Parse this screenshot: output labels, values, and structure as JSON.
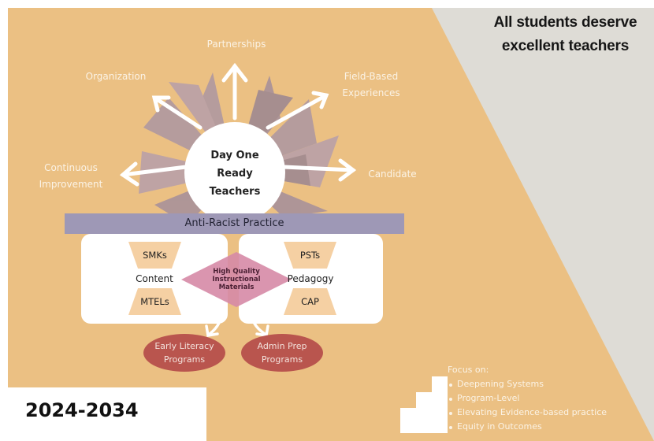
{
  "headline": {
    "line1": "All students deserve",
    "line2": "excellent teachers"
  },
  "center": {
    "line1": "Day One",
    "line2": "Ready",
    "line3": "Teachers"
  },
  "outcomes": {
    "partnerships": "Partnerships",
    "organization": "Organization",
    "field_based": {
      "line1": "Field-Based",
      "line2": "Experiences"
    },
    "continuous_improvement": {
      "line1": "Continuous",
      "line2": "Improvement"
    },
    "candidate": "Candidate"
  },
  "foundation": "Anti-Racist Practice",
  "content_box": {
    "top": "SMKs",
    "middle": "Content",
    "bottom": "MTELs"
  },
  "pedagogy_box": {
    "top": "PSTs",
    "middle": "Pedagogy",
    "bottom": "CAP"
  },
  "materials": {
    "line1": "High Quality",
    "line2": "Instructional",
    "line3": "Materials"
  },
  "programs": {
    "early_literacy": {
      "line1": "Early Literacy",
      "line2": "Programs"
    },
    "admin_prep": {
      "line1": "Admin Prep",
      "line2": "Programs"
    }
  },
  "focus": {
    "heading": "Focus on:",
    "items": [
      "Deepening Systems",
      "Program-Level",
      "Elevating Evidence-based practice",
      "Equity in Outcomes"
    ]
  },
  "year_range": "2024-2034",
  "colors": {
    "background_tan": "#ebc083",
    "triangle_grey": "#dedcd6",
    "bar_purple": "#9e98b6",
    "oval_red": "#b9554e",
    "diamond_pink": "#d68aa6"
  }
}
